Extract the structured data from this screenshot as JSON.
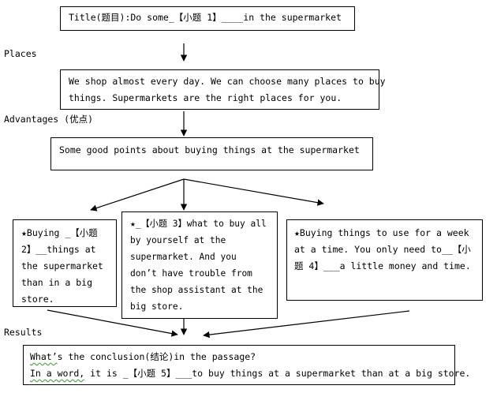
{
  "title_box": {
    "text": "Title(题目):Do some_【小题 1】____in the supermarket"
  },
  "labels": {
    "places": "Places",
    "advantages": "Advantages (优点)",
    "results": "Results"
  },
  "places_box": {
    "lines": [
      "We shop almost every day. We can choose many places to buy",
      "things. Supermarkets are the right places for you."
    ]
  },
  "advantages_box": {
    "text": "Some good points about buying things at the supermarket"
  },
  "point_left": {
    "lines": [
      "★Buying _【小题",
      "2】__things at",
      "the supermarket",
      "than in a big",
      "store."
    ]
  },
  "point_middle": {
    "lines": [
      "★_【小题 3】what to buy all",
      "by yourself at the",
      "supermarket. And you",
      "don’t have trouble from",
      "the shop assistant at the",
      "big store."
    ]
  },
  "point_right": {
    "lines": [
      "★Buying things to use for a week",
      "at a time. You only need to__【小",
      "题 4】___a little money and time."
    ]
  },
  "result_box": {
    "question_prefix": "What’",
    "question_rest": "s the conclusion(结论)in the passage?",
    "answer_prefix": "In a word,",
    "answer_rest": " it is _【小题 5】___to buy things at a supermarket than at a big store."
  }
}
